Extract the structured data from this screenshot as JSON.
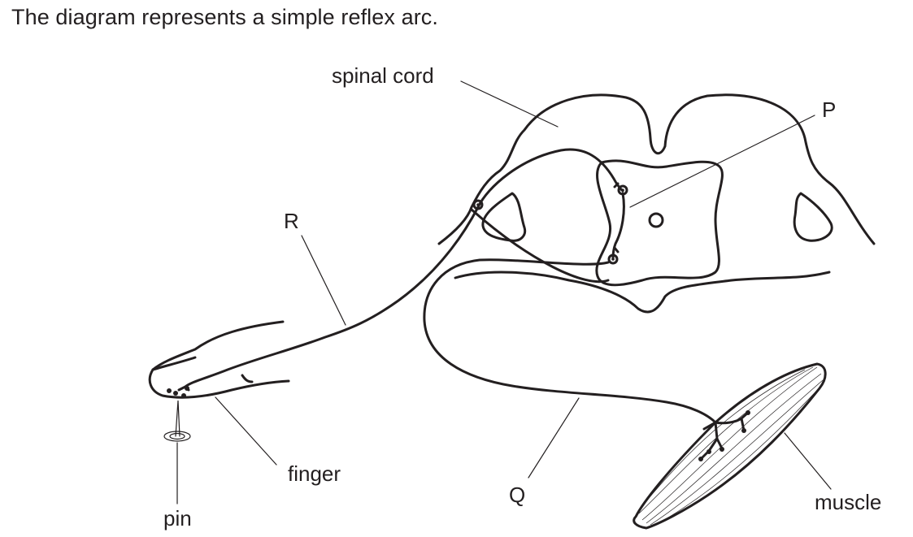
{
  "heading": "The diagram represents a simple reflex arc.",
  "labels": {
    "spinal_cord": "spinal cord",
    "p": "P",
    "r": "R",
    "q": "Q",
    "finger": "finger",
    "pin": "pin",
    "muscle": "muscle"
  }
}
